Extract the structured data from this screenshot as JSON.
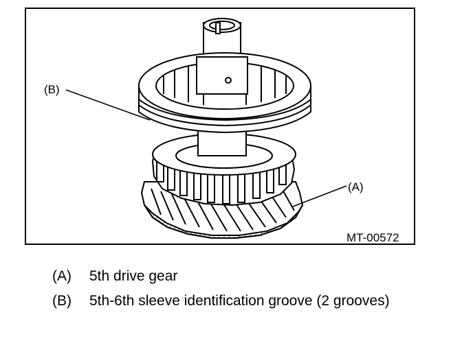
{
  "figure": {
    "id_code": "MT-00572",
    "callouts": [
      {
        "key": "(A)"
      },
      {
        "key": "(B)"
      }
    ]
  },
  "legend": [
    {
      "key": "(A)",
      "text": "5th drive gear"
    },
    {
      "key": "(B)",
      "text": "5th-6th sleeve identification groove (2 grooves)"
    }
  ]
}
